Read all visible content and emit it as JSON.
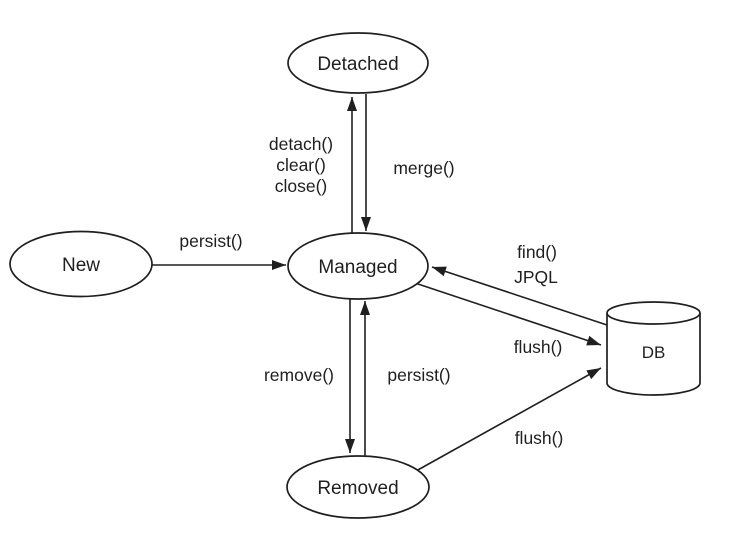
{
  "diagram": {
    "type": "state-diagram",
    "subject": "JPA entity lifecycle states",
    "nodes": {
      "new": {
        "label": "New",
        "shape": "ellipse"
      },
      "detached": {
        "label": "Detached",
        "shape": "ellipse"
      },
      "managed": {
        "label": "Managed",
        "shape": "ellipse"
      },
      "removed": {
        "label": "Removed",
        "shape": "ellipse"
      },
      "db": {
        "label": "DB",
        "shape": "cylinder"
      }
    },
    "edges": [
      {
        "id": "persist-new-to-managed",
        "from": "New",
        "to": "Managed",
        "label": "persist()"
      },
      {
        "id": "detach-managed-to-detached",
        "from": "Managed",
        "to": "Detached",
        "label_lines": [
          "detach()",
          "clear()",
          "close()"
        ]
      },
      {
        "id": "merge-detached-to-managed",
        "from": "Detached",
        "to": "Managed",
        "label": "merge()"
      },
      {
        "id": "find-db-to-managed",
        "from": "DB",
        "to": "Managed",
        "label_lines": [
          "find()",
          "JPQL"
        ]
      },
      {
        "id": "flush-managed-to-db",
        "from": "Managed",
        "to": "DB",
        "label": "flush()"
      },
      {
        "id": "remove-managed-to-removed",
        "from": "Managed",
        "to": "Removed",
        "label": "remove()"
      },
      {
        "id": "persist-removed-to-managed",
        "from": "Removed",
        "to": "Managed",
        "label": "persist()"
      },
      {
        "id": "flush-removed-to-db",
        "from": "Removed",
        "to": "DB",
        "label": "flush()"
      }
    ],
    "colors": {
      "line": "#1f1f1f",
      "node_fill": "#ffffff",
      "background": "#ffffff"
    }
  }
}
